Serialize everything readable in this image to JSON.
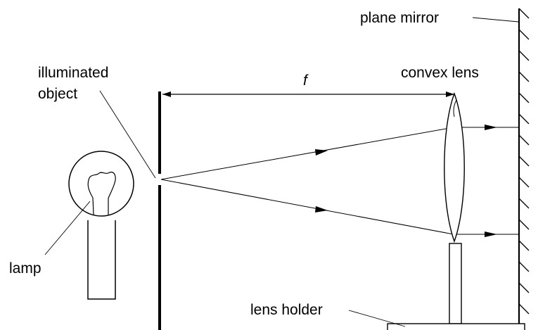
{
  "labels": {
    "plane_mirror": "plane mirror",
    "illuminated_line1": "illuminated",
    "illuminated_line2": "object",
    "convex_lens": "convex lens",
    "focal_length": "f",
    "lamp": "lamp",
    "lens_holder": "lens holder"
  },
  "colors": {
    "ink": "#000000",
    "background": "#ffffff"
  }
}
